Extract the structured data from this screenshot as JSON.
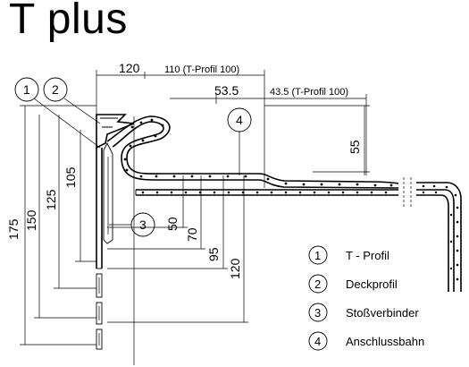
{
  "title": "T plus",
  "dimensions": {
    "d120_top": "120",
    "d110": "110 (T-Profil 100)",
    "d53_5": "53.5",
    "d43_5": "43.5 (T-Profil 100)",
    "d55": "55",
    "d175": "175",
    "d150": "150",
    "d125": "125",
    "d105": "105",
    "d50": "50",
    "d70": "70",
    "d95": "95",
    "d120_v": "120"
  },
  "callouts": [
    "1",
    "2",
    "3",
    "4"
  ],
  "legend": [
    {
      "num": "1",
      "label": "T - Profil"
    },
    {
      "num": "2",
      "label": "Deckprofil"
    },
    {
      "num": "3",
      "label": "Stoßverbinder"
    },
    {
      "num": "4",
      "label": "Anschlussbahn"
    }
  ]
}
